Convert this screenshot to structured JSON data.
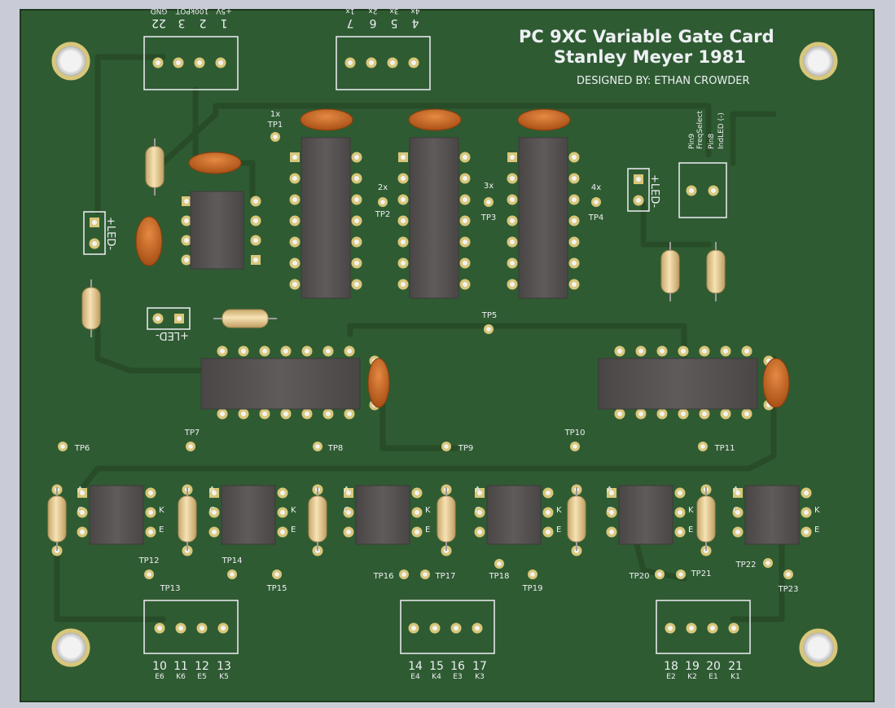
{
  "board": {
    "title": "PC 9XC Variable Gate Card",
    "subtitle": "Stanley Meyer 1981",
    "designer": "DESIGNED BY: ETHAN CROWDER"
  },
  "connectors": {
    "top_left": {
      "numbers": [
        "22",
        "3",
        "2",
        "1"
      ],
      "labels": [
        "GND",
        "100kPOT",
        "+5V"
      ]
    },
    "top_mid": {
      "numbers": [
        "7",
        "6",
        "5",
        "4"
      ],
      "labels": [
        "1x",
        "2x",
        "3x",
        "4x"
      ]
    },
    "right_side": {
      "labels": [
        "Pin9",
        "FreqSelect",
        "Pin8",
        "IndLED (-)"
      ]
    },
    "bottom_left": {
      "numbers": [
        "10",
        "11",
        "12",
        "13"
      ],
      "labels": [
        "E6",
        "K6",
        "E5",
        "K5"
      ]
    },
    "bottom_mid": {
      "numbers": [
        "14",
        "15",
        "16",
        "17"
      ],
      "labels": [
        "E4",
        "K4",
        "E3",
        "K3"
      ]
    },
    "bottom_right": {
      "numbers": [
        "18",
        "19",
        "20",
        "21"
      ],
      "labels": [
        "E2",
        "K2",
        "E1",
        "K1"
      ]
    }
  },
  "led_label": "+LED-",
  "optocoupler_pins": [
    "A",
    "C",
    "E",
    "K"
  ],
  "test_points": {
    "tp1": [
      "1x",
      "TP1"
    ],
    "tp2": [
      "2x",
      "TP2"
    ],
    "tp3": [
      "3x",
      "TP3"
    ],
    "tp4": [
      "4x",
      "TP4"
    ],
    "tp5": "TP5",
    "tp6": "TP6",
    "tp7": "TP7",
    "tp8": "TP8",
    "tp9": "TP9",
    "tp10": "TP10",
    "tp11": "TP11",
    "tp12": "TP12",
    "tp13": "TP13",
    "tp14": "TP14",
    "tp15": "TP15",
    "tp16": "TP16",
    "tp17": "TP17",
    "tp18": "TP18",
    "tp19": "TP19",
    "tp20": "TP20",
    "tp21": "TP21",
    "tp22": "TP22",
    "tp23": "TP23"
  },
  "colors": {
    "pcb": "#2f5b32",
    "trace": "#2a5229",
    "silk": "#eef0f4",
    "pad": "#d8c77a",
    "ic_body": "#5a5656",
    "capacitor": "#c8621e",
    "resistor": "#e6c88a",
    "background": "#c9ccd6"
  }
}
